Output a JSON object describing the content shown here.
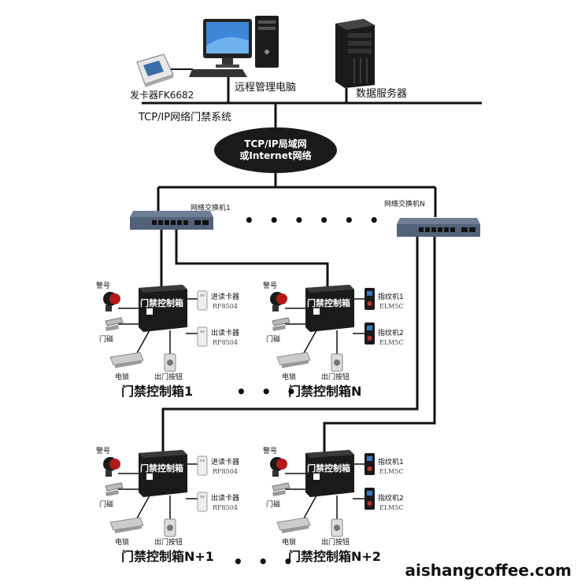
{
  "top": {
    "card_issuer": "发卡器FK6682",
    "remote_pc": "远程管理电脑",
    "data_server": "数据服务器",
    "system_title": "TCP/IP网络门禁系统",
    "network_line1": "TCP/IP局域网",
    "network_line2": "或Internet网络"
  },
  "switches": {
    "switch1": "网络交换机1",
    "switchN": "网络交换机N",
    "dots": "• • • • • •"
  },
  "cabinets": [
    {
      "title": "门禁控制箱1",
      "box_label": "门禁控制箱",
      "alarm": "警号",
      "magnet": "门磁",
      "lock": "电锁",
      "exit_button": "出门按钮",
      "reader_type": "card",
      "reader1": "进读卡器",
      "reader1_model": "RF8504",
      "reader2": "出读卡器",
      "reader2_model": "RF8504"
    },
    {
      "title": "门禁控制箱N",
      "box_label": "门禁控制箱",
      "alarm": "警号",
      "magnet": "门磁",
      "lock": "电锁",
      "exit_button": "出门按钮",
      "reader_type": "finger",
      "reader1": "指纹机1",
      "reader1_model": "ELM5C",
      "reader2": "指纹机2",
      "reader2_model": "ELM5C"
    },
    {
      "title": "门禁控制箱N+1",
      "box_label": "门禁控制箱",
      "alarm": "警号",
      "magnet": "门磁",
      "lock": "电锁",
      "exit_button": "出门按钮",
      "reader_type": "card",
      "reader1": "进读卡器",
      "reader1_model": "RF8504",
      "reader2": "出读卡器",
      "reader2_model": "RF8504"
    },
    {
      "title": "门禁控制箱N+2",
      "box_label": "门禁控制箱",
      "alarm": "警号",
      "magnet": "门磁",
      "lock": "电锁",
      "exit_button": "出门按钮",
      "reader_type": "finger",
      "reader1": "指纹机1",
      "reader1_model": "ELM5C",
      "reader2": "指纹机2",
      "reader2_model": "ELM5C"
    }
  ],
  "between_dots": "• • •",
  "watermark": "aishangcoffee.com"
}
